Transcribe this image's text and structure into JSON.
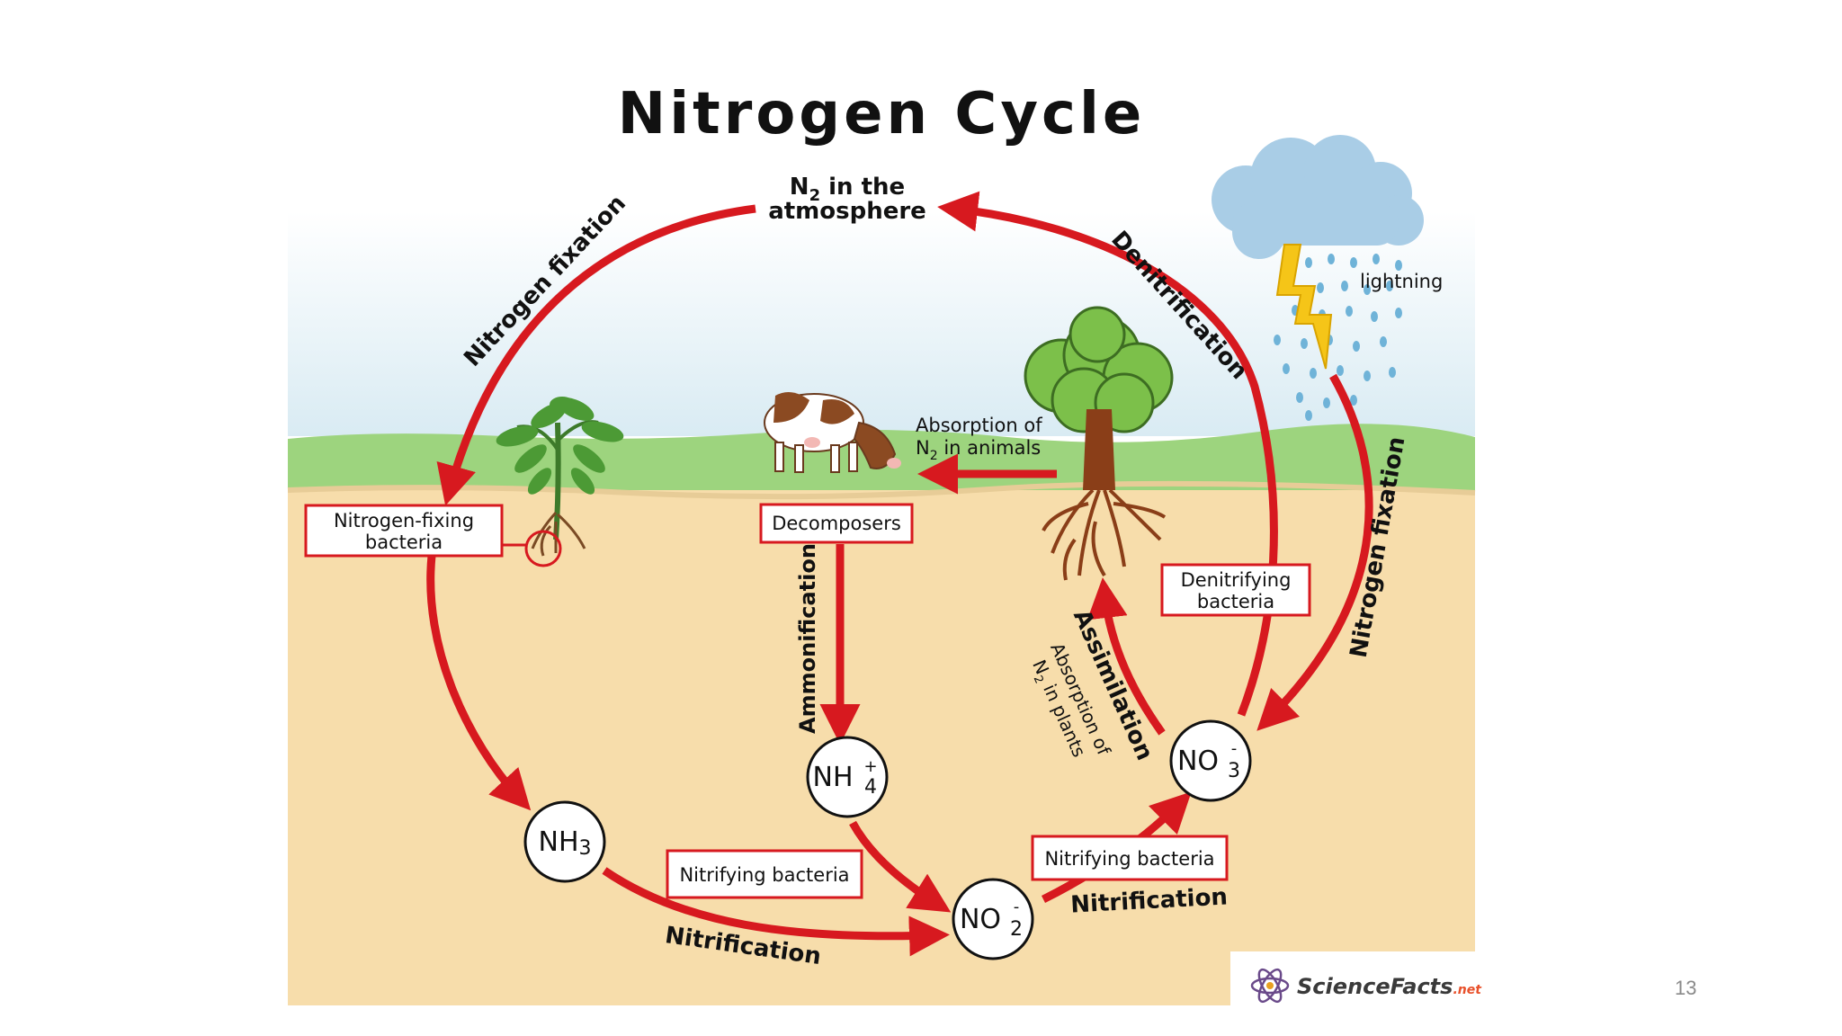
{
  "slide": {
    "page_number": "13"
  },
  "diagram": {
    "title": "Nitrogen Cycle",
    "atmosphere": {
      "line1_prefix": "N",
      "line1_sub": "2",
      "line1_suffix": " in the",
      "line2": "atmosphere"
    },
    "process_labels": {
      "nitrogen_fixation_left": "Nitrogen fixation",
      "denitrification": "Denitrification",
      "nitrogen_fixation_right": "Nitrogen fixation",
      "ammonification": "Ammonification",
      "assimilation": "Assimilation",
      "absorption_plants_line1": "Absorption of",
      "absorption_plants_line2_prefix": "N",
      "absorption_plants_line2_sub": "2",
      "absorption_plants_line2_suffix": " in plants",
      "nitrification_bottom": "Nitrification",
      "nitrification_right": "Nitrification",
      "lightning": "lightning",
      "absorption_animals_line1": "Absorption of",
      "absorption_animals_line2_prefix": "N",
      "absorption_animals_line2_sub": "2",
      "absorption_animals_line2_suffix": " in animals"
    },
    "boxes": {
      "nitrogen_fixing_bacteria_line1": "Nitrogen-fixing",
      "nitrogen_fixing_bacteria_line2": "bacteria",
      "decomposers": "Decomposers",
      "denitrifying_bacteria_line1": "Denitrifying",
      "denitrifying_bacteria_line2": "bacteria",
      "nitrifying_bacteria_left": "Nitrifying bacteria",
      "nitrifying_bacteria_right": "Nitrifying bacteria"
    },
    "ions": {
      "nh3_base": "NH",
      "nh3_sub": "3",
      "nh4_base": "NH",
      "nh4_sup": "+",
      "nh4_sub": "4",
      "no2_base": "NO",
      "no2_sup": "-",
      "no2_sub": "2",
      "no3_base": "NO",
      "no3_sup": "-",
      "no3_sub": "3"
    },
    "logo": {
      "text_main": "ScienceFacts",
      "text_suffix": ".net"
    },
    "colors": {
      "arrow": "#d7191f",
      "sky_top": "#ffffff",
      "sky_bottom": "#dcecf3",
      "grass": "#9dd47e",
      "soil": "#f7ddab",
      "cloud": "#a9cde6",
      "rain": "#6fb3d8",
      "lightning": "#f5c518"
    }
  }
}
